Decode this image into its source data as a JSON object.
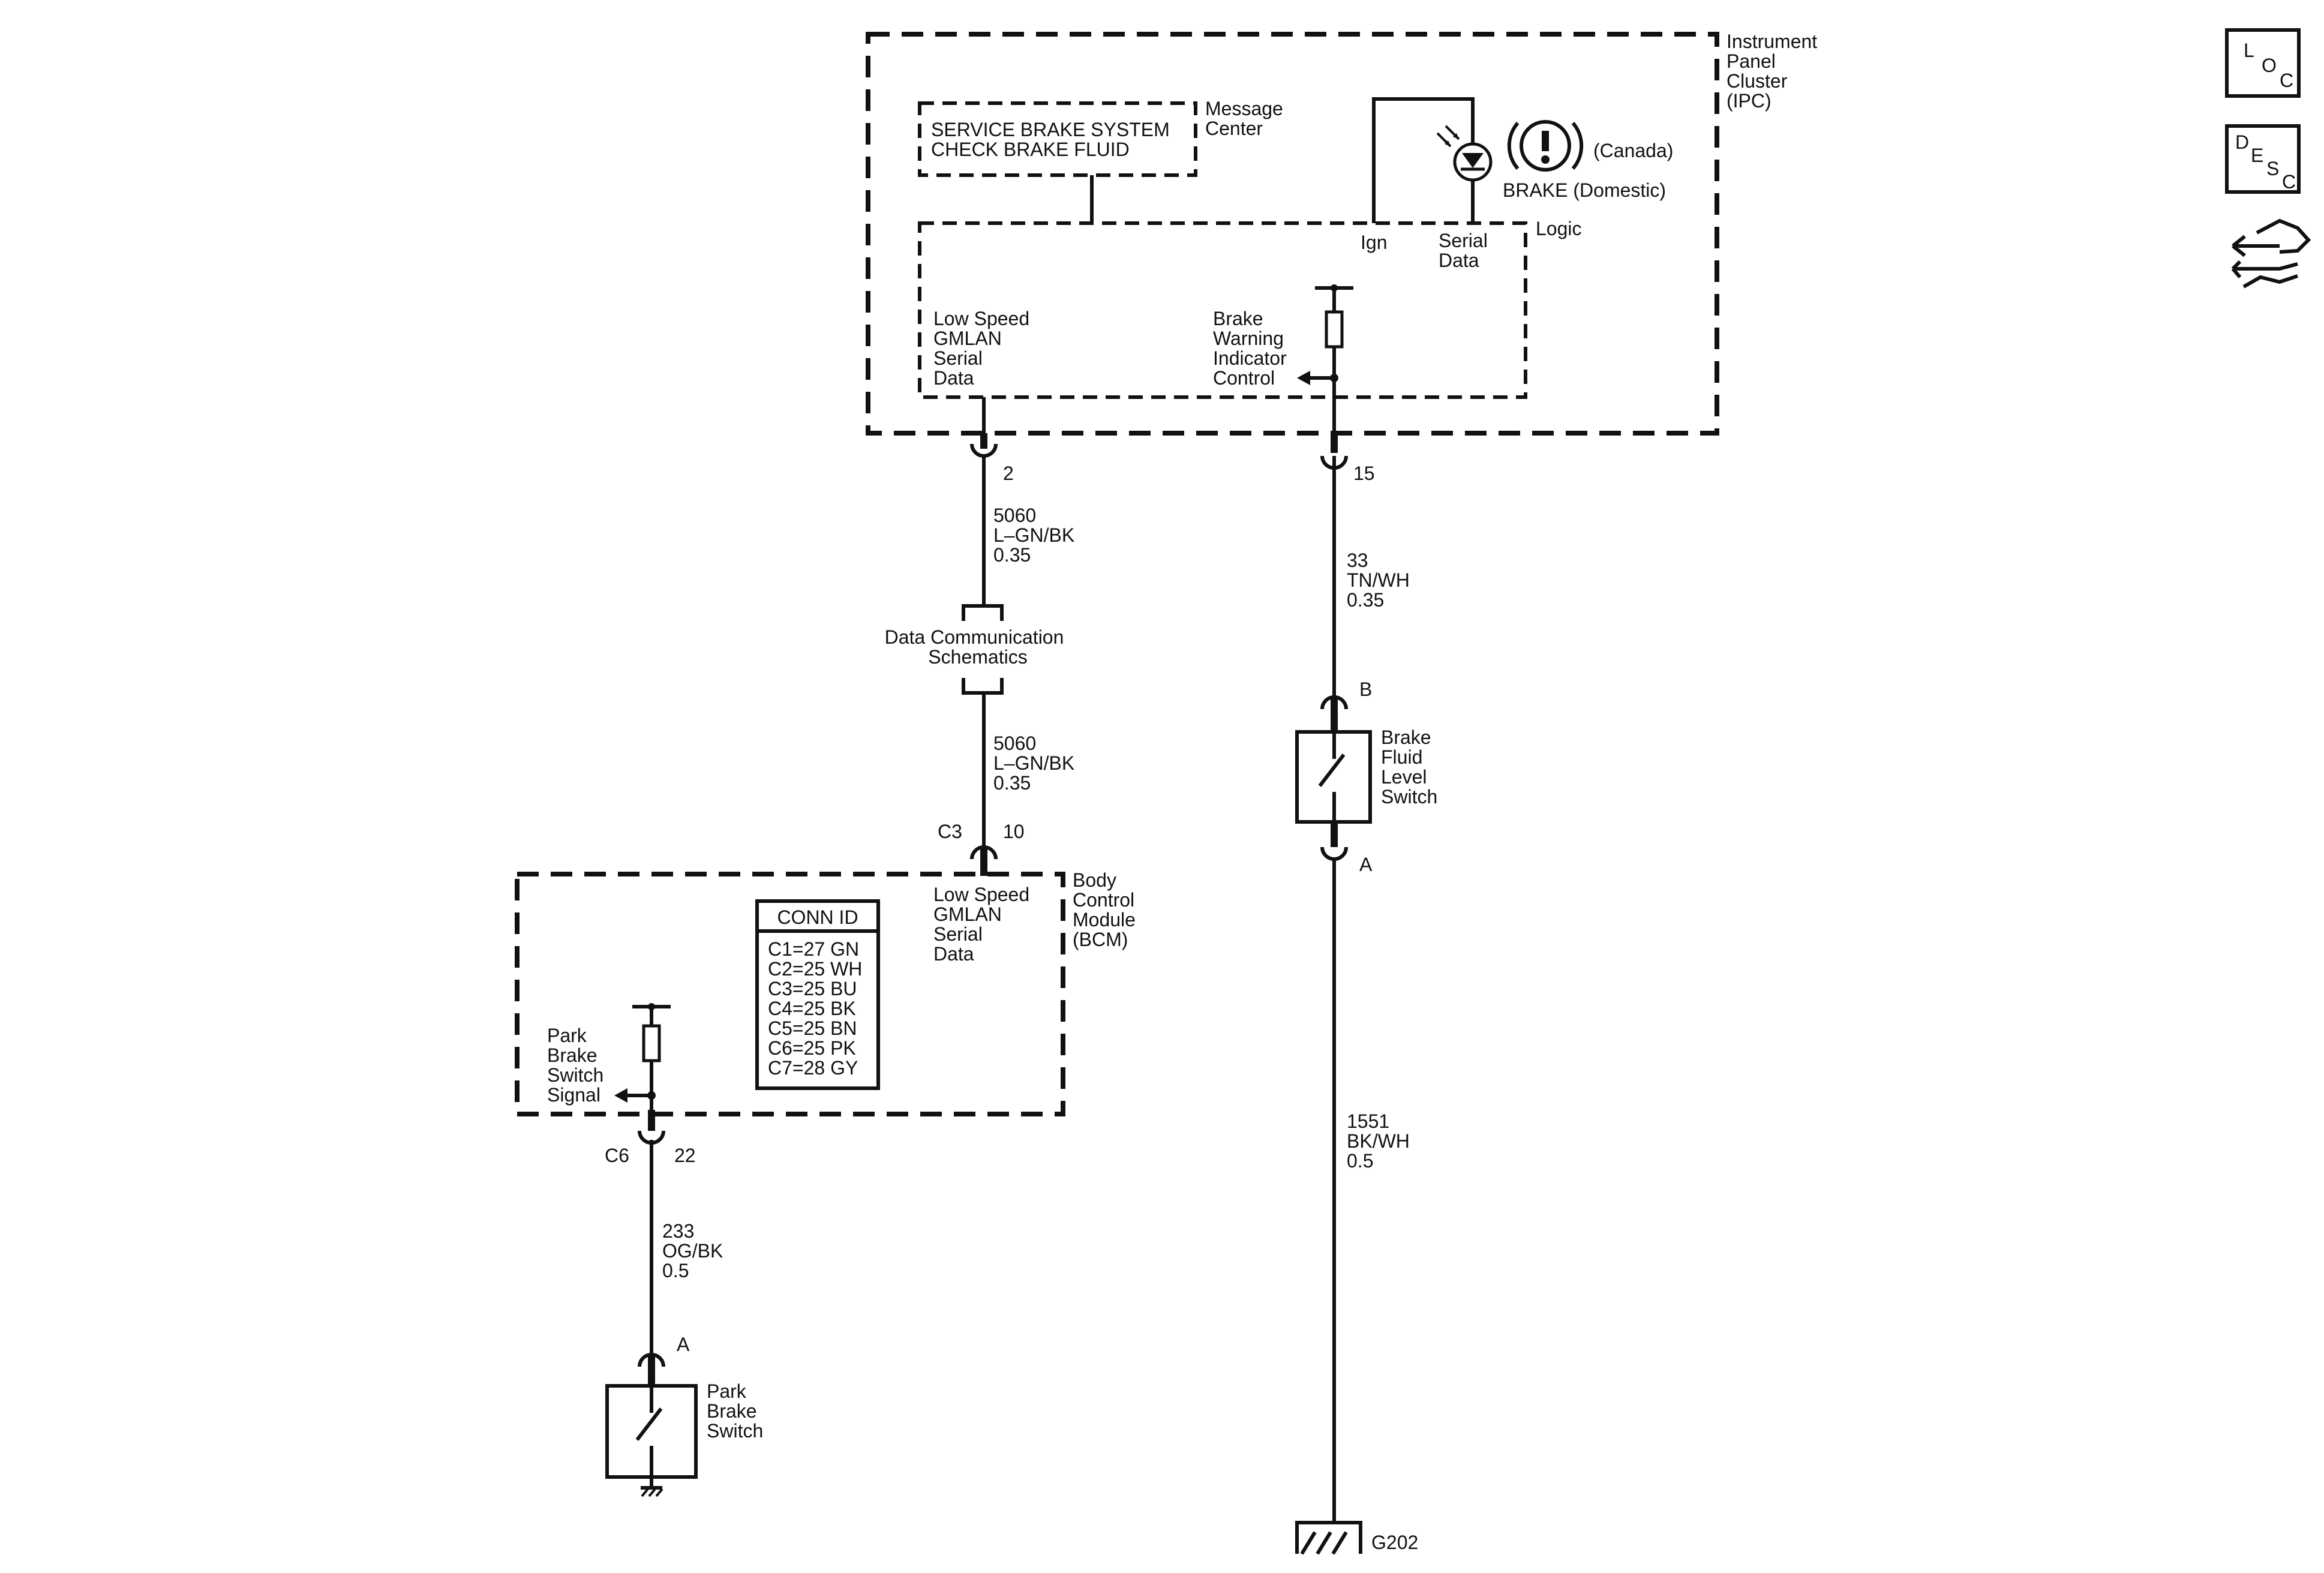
{
  "ipc": {
    "name": "Instrument Panel Cluster (IPC)",
    "label_lines": [
      "Instrument",
      "Panel",
      "Cluster",
      "(IPC)"
    ],
    "message_center": {
      "label_lines": [
        "Message",
        "Center"
      ],
      "display_lines": [
        "SERVICE BRAKE SYSTEM",
        "CHECK BRAKE FLUID"
      ]
    },
    "logic_label": "Logic",
    "ign_label": "Ign",
    "serial_data_lines": [
      "Serial",
      "Data"
    ],
    "lamp": {
      "canada_label": "(Canada)",
      "domestic_label": "BRAKE (Domestic)",
      "icon": "brake-warning-icon"
    },
    "low_speed_lines": [
      "Low Speed",
      "GMLAN",
      "Serial",
      "Data"
    ],
    "brake_warning_lines": [
      "Brake",
      "Warning",
      "Indicator",
      "Control"
    ],
    "pin_left": "2",
    "pin_right": "15"
  },
  "wires": {
    "gmlan_upper": [
      "5060",
      "L–GN/BK",
      "0.35"
    ],
    "gmlan_lower": [
      "5060",
      "L–GN/BK",
      "0.35"
    ],
    "brake_warning": [
      "33",
      "TN/WH",
      "0.35"
    ],
    "ground": [
      "1551",
      "BK/WH",
      "0.5"
    ],
    "park_brake": [
      "233",
      "OG/BK",
      "0.5"
    ]
  },
  "data_comm": {
    "label_lines": [
      "Data Communication",
      "Schematics"
    ]
  },
  "brake_fluid_switch": {
    "label_lines": [
      "Brake",
      "Fluid",
      "Level",
      "Switch"
    ],
    "pin_top": "B",
    "pin_bottom": "A"
  },
  "ground": {
    "label": "G202"
  },
  "bcm": {
    "label_lines": [
      "Body",
      "Control",
      "Module",
      "(BCM)"
    ],
    "connector": "C3",
    "pin": "10",
    "low_speed_lines": [
      "Low Speed",
      "GMLAN",
      "Serial",
      "Data"
    ],
    "park_brake_signal_lines": [
      "Park",
      "Brake",
      "Switch",
      "Signal"
    ],
    "bottom_connector": "C6",
    "bottom_pin": "22",
    "conn_id": {
      "title": "CONN ID",
      "rows": [
        "C1=27 GN",
        "C2=25 WH",
        "C3=25 BU",
        "C4=25 BK",
        "C5=25 BN",
        "C6=25 PK",
        "C7=28 GY"
      ]
    }
  },
  "park_brake_switch": {
    "label_lines": [
      "Park",
      "Brake",
      "Switch"
    ],
    "pin": "A"
  },
  "side_icons": {
    "loc": [
      "L",
      "O",
      "C"
    ],
    "desc": [
      "D",
      "E",
      "S",
      "C"
    ],
    "tool_icon": "hand-wrench-icon"
  }
}
